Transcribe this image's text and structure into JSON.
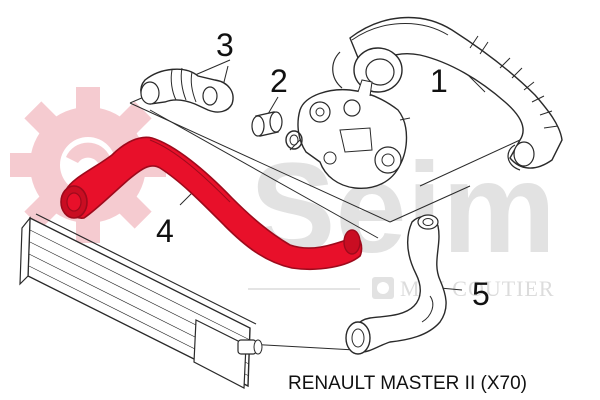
{
  "colors": {
    "highlight": "#e8102a",
    "highlight_dark": "#9e0a1c",
    "watermark": "#f5c6cc",
    "watermark_text": "#e2e2e2",
    "outline": "#2a2a2a"
  },
  "watermark": {
    "brand": "Seim",
    "sub": "MGI COUTIER"
  },
  "callouts": [
    {
      "number": "1"
    },
    {
      "number": "2"
    },
    {
      "number": "3"
    },
    {
      "number": "4"
    },
    {
      "number": "5"
    }
  ],
  "caption": "RENAULT MASTER II (X70)"
}
